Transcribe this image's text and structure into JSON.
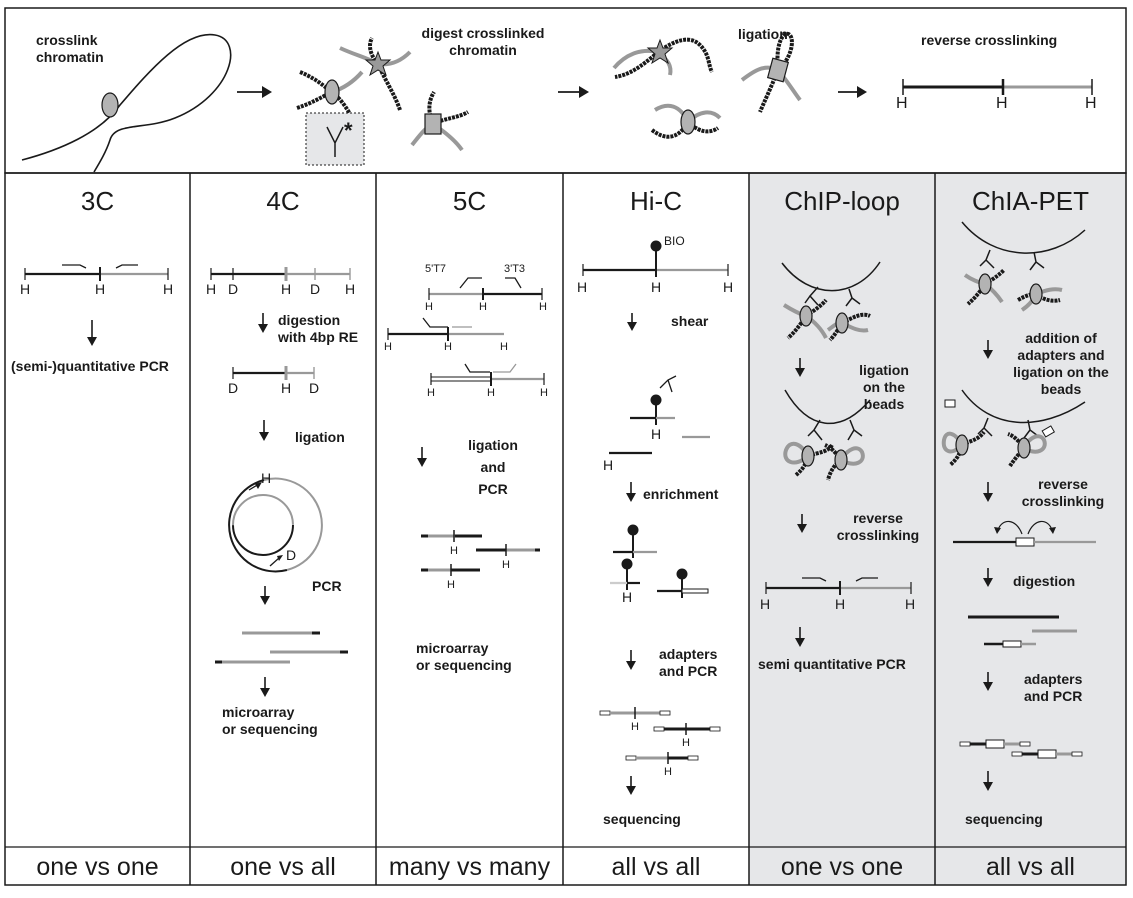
{
  "top": {
    "crosslink": "crosslink\nchromatin",
    "digest": "digest crosslinked\nchromatin",
    "ligation": "ligation",
    "reverse": "reverse crosslinking",
    "h": "H",
    "asterisk": "*"
  },
  "columns": [
    {
      "title": "3C",
      "footer": "one vs one",
      "shaded": false,
      "steps": [
        "(semi-)quantitative PCR"
      ]
    },
    {
      "title": "4C",
      "footer": "one vs all",
      "shaded": false,
      "steps": [
        "digestion\nwith 4bp RE",
        "ligation",
        "PCR",
        "microarray\nor sequencing"
      ]
    },
    {
      "title": "5C",
      "footer": "many vs many",
      "shaded": false,
      "steps": [
        "ligation\nand\nPCR",
        "microarray\nor sequencing"
      ]
    },
    {
      "title": "Hi-C",
      "footer": "all vs all",
      "shaded": false,
      "steps": [
        "shear",
        "enrichment",
        "adapters\nand PCR",
        "sequencing"
      ]
    },
    {
      "title": "ChIP-loop",
      "footer": "one vs one",
      "shaded": true,
      "steps": [
        "ligation\non the\nbeads",
        "reverse\ncrosslinking",
        "semi quantitative PCR"
      ]
    },
    {
      "title": "ChIA-PET",
      "footer": "all vs all",
      "shaded": true,
      "steps": [
        "addition of\nadapters and\nligation on the\nbeads",
        "reverse\ncrosslinking",
        "digestion",
        "adapters\nand PCR",
        "sequencing"
      ]
    }
  ],
  "site_labels": {
    "h": "H",
    "d": "D",
    "bio": "BIO",
    "t7": "5'T7",
    "t3": "3'T3"
  },
  "colors": {
    "dark": "#1a1a1a",
    "grey": "#999999",
    "shade": "#e6e7e9",
    "node": "#b3b3b3"
  }
}
